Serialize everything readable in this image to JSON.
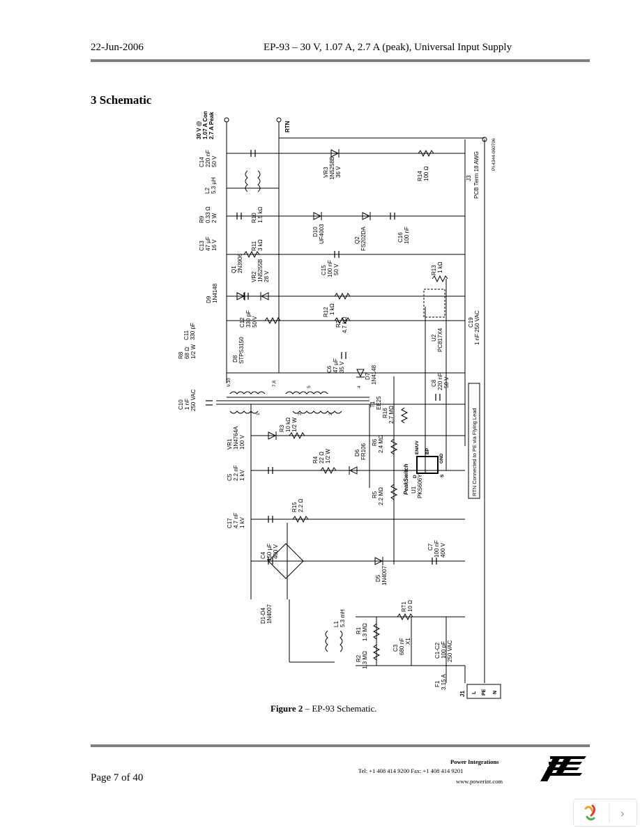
{
  "header": {
    "date": "22-Jun-2006",
    "title": "EP-93 – 30 V, 1.07 A, 2.7 A (peak), Universal Input Supply"
  },
  "section_title": "3 Schematic",
  "figure": {
    "caption_bold": "Figure 2",
    "caption_rest": " – EP-93 Schematic."
  },
  "schematic_labels": {
    "out_v1": "30 V @",
    "out_v2": "1.07 A Cont.",
    "out_v3": "2.7 A Peak",
    "rtn": "RTN",
    "c14": "C14",
    "c14v": "220 nF",
    "c14r": "50 V",
    "l2": "L2",
    "l2v": "5.3 µH",
    "r9": "R9",
    "r9v": "0.33 Ω",
    "r9w": "2 W",
    "r10": "R10",
    "r10v": "1.5 kΩ",
    "c13": "C13",
    "c13v": "47 µF",
    "c13r": "16 V",
    "r11": "R11",
    "r11v": "3 kΩ",
    "q1": "Q1",
    "q1v": "2N3906",
    "vr2": "VR2",
    "vr2v": "1N5255B",
    "vr2r": "28 V",
    "d9": "D9",
    "d9v": "1N4148",
    "c11": "C11",
    "c11v": "330 pF",
    "c12": "C12",
    "c12v": "330 pF",
    "c12r": "50 V",
    "r8": "R8",
    "r8v": "68 Ω",
    "r8w": "1/2 W",
    "d8": "D8",
    "d8v": "STPS3150",
    "c10": "C10",
    "c10v": "1 nF",
    "c10r": "250 VAC",
    "vr1": "VR1",
    "vr1v": "1N4764A",
    "vr1r": "100 V",
    "r3": "R3",
    "r3v": "10 kΩ",
    "r3w": "1/2 W",
    "r4": "R4",
    "r4v": "22 Ω",
    "r4w": "1/2 W",
    "c5": "C5",
    "c5v": "2.2 nF",
    "c5r": "1 kV",
    "r15": "R15",
    "r15v": "2.2 Ω",
    "c17": "C17",
    "c17v": "4.7 nF",
    "c17r": "1 kV",
    "c4": "C4",
    "c4v": "150 µF",
    "c4r": "400 V",
    "d1d4": "D1-D4",
    "d1d4v": "1N4007",
    "d5": "D5",
    "d5v": "1N4007",
    "c7": "C7",
    "c7v": "100 nF",
    "c7r": "400 V",
    "l1": "L1",
    "l1v": "5.3 mH",
    "r1": "R1",
    "r1v": "1.3 MΩ",
    "r2": "R2",
    "r2v": "1.3 MΩ",
    "c3": "C3",
    "c3v": "680 nF",
    "c3x": "X1",
    "rt1": "RT1",
    "rt1v": "10 Ω",
    "c1c2": "C1-C2",
    "c1c2v": "100 pF",
    "c1c2r": "250 VAC",
    "f1": "F1",
    "f1v": "3.15 A",
    "j1": "J1",
    "j1l": "L",
    "j1pe": "PE",
    "j1n": "N",
    "vr3": "VR3",
    "vr3v": "1N5258B",
    "vr3r": "36 V",
    "r14": "R14",
    "r14v": "100 Ω",
    "j3": "J3",
    "j3v": "PCB Term 18 AWG",
    "drawing_no": "PI-4344-060706",
    "d10": "D10",
    "d10v": "UF4003",
    "q2": "Q2",
    "q2v": "FS202DA",
    "c16": "C16",
    "c16v": "100 nF",
    "c15": "C15",
    "c15v": "100 nF",
    "c15r": "50 V",
    "r13": "R13",
    "r13v": "1 kΩ",
    "r12": "R12",
    "r12v": "1 kΩ",
    "r7": "R7",
    "r7v": "4.7 kΩ",
    "c19": "C19",
    "c19v": "1 nF 250 VAC",
    "u2": "U2",
    "u2v": "PC817X4",
    "c6": "C6",
    "c6v": "47 µF",
    "c6r": "35 V",
    "d7": "D7",
    "d7v": "1N4148",
    "t1": "T1",
    "t1v": "EE25",
    "c8": "C8",
    "c8v": "220 nF",
    "c8r": "50 V",
    "r16": "R16",
    "r16v": "2.7 MΩ",
    "r6": "R6",
    "r6v": "2.4 MΩ",
    "d6": "D6",
    "d6v": "FR106",
    "r5": "R5",
    "r5v": "2.2 MΩ",
    "u1": "U1",
    "u1v": "PKS606Y",
    "u1brand": "PeakSwitch",
    "pin_en": "EN/UV",
    "pin_bp": "BP",
    "pin_gnd": "GND",
    "pin_d": "D",
    "pin_s": "S",
    "pin_9_10": "9,10",
    "pin_7_8": "7,8",
    "pin_5": "5",
    "pin_4": "4",
    "pin_1": "1",
    "pin_3": "3",
    "pin_2": "2",
    "flying_lead": "RTN Connected to PE via Flying Lead"
  },
  "footer": {
    "page": "Page 7 of 40",
    "company": "Power Integrations",
    "phone": "Tel: +1 408 414 9200   Fax: +1 408 414 9201",
    "web": "www.powerint.com"
  },
  "viewer": {
    "next_label": "›"
  }
}
